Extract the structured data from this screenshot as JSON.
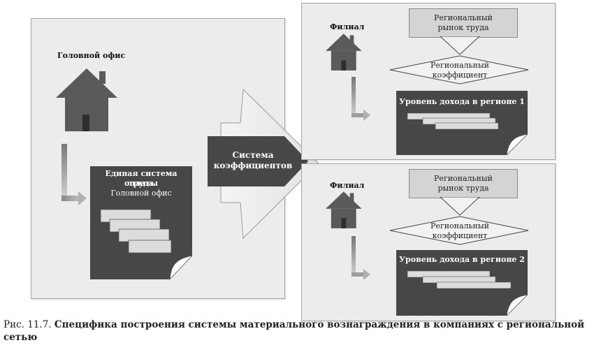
{
  "head_office": {
    "title": "Головной офис",
    "doc_title_line1": "Единая система оплаты",
    "doc_title_line2": "труда",
    "doc_subtitle": "Головной офис"
  },
  "center_arrow": {
    "line1": "Система",
    "line2": "коэффициентов"
  },
  "branch_1": {
    "title": "Филиал",
    "market_line1": "Региональный",
    "market_line2": "рынок труда",
    "coef_line1": "Региональный",
    "coef_line2": "коэффициент",
    "income": "Уровень дохода в регионе 1"
  },
  "branch_2": {
    "title": "Филиал",
    "market_line1": "Региональный",
    "market_line2": "рынок труда",
    "coef_line1": "Региональный",
    "coef_line2": "коэффициент",
    "income": "Уровень дохода в регионе 2"
  },
  "caption": {
    "prefix": "Рис. 11.7.",
    "text": "Специфика построения системы материального вознаграждения в компаниях с региональной сетью"
  },
  "colors": {
    "dark_fill": "#4a4a4a",
    "panel_fill": "#ececec",
    "light_box": "#d4d4d4"
  }
}
